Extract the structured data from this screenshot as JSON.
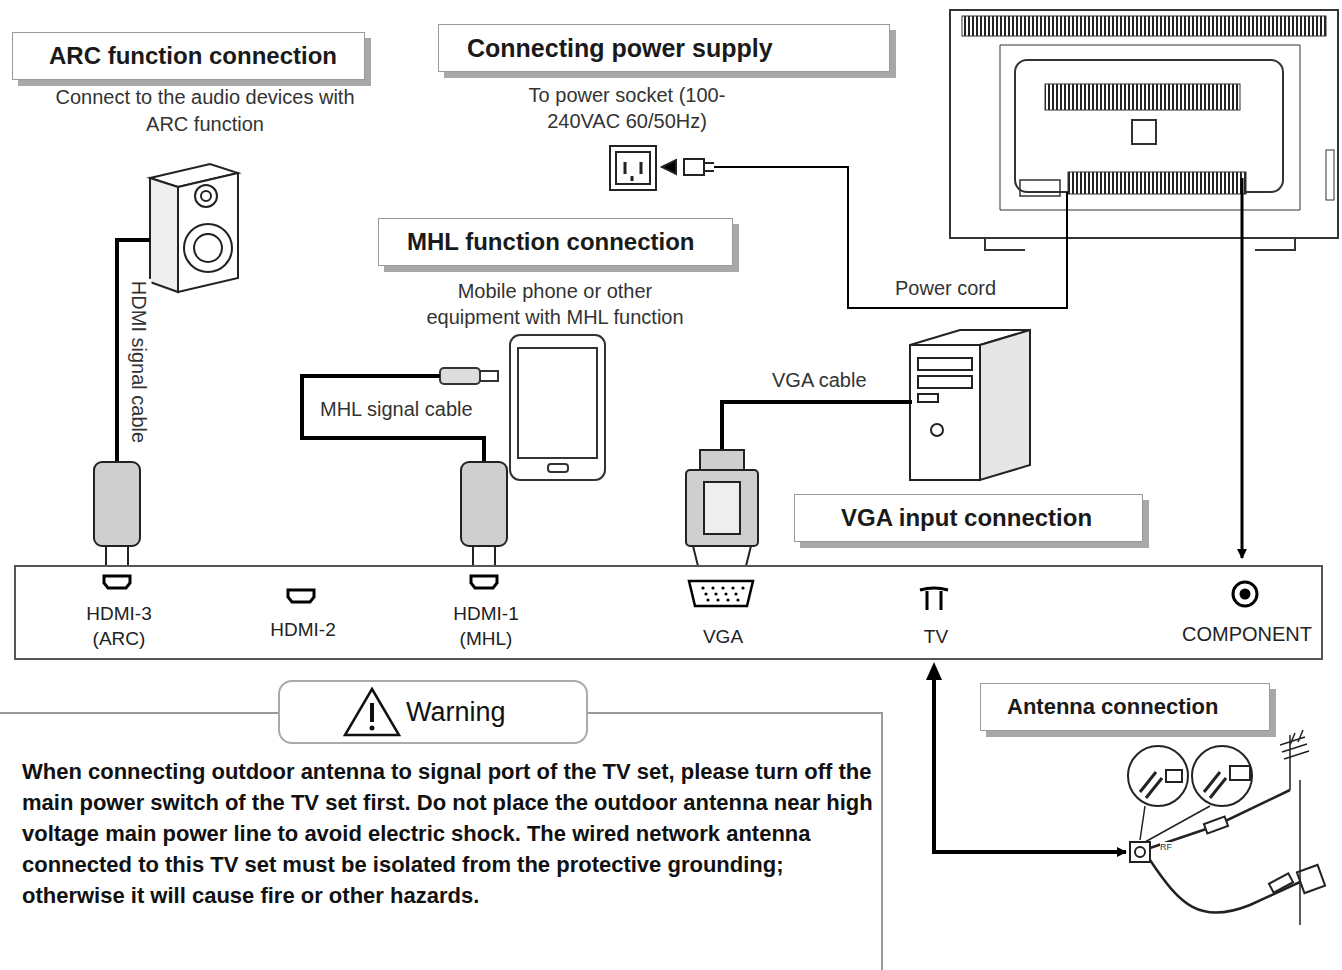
{
  "diagram": {
    "nodes": [
      {
        "text": [
          "ARC function connection"
        ]
      },
      {
        "text": [
          "Connecting power supply"
        ]
      },
      {
        "text": [
          "MHL function connection"
        ]
      },
      {
        "text": [
          "VGA input connection"
        ]
      },
      {
        "text": [
          "HDMI-3 (ARC)",
          "HDMI-2",
          "HDMI-1 (MHL)",
          "VGA",
          "TV",
          "COMPONENT"
        ]
      },
      {
        "text": [
          "Warning",
          "When connecting outdoor antenna to signal port of the TV set, please turn off the main power switch of the TV set first. Do not place the outdoor antenna near high voltage main power line to avoid electric shock. The wired network antenna connected to this TV set must be isolated from the protective grounding; otherwise it will cause fire or other hazards."
        ]
      },
      {
        "text": [
          "Antenna connection"
        ]
      }
    ],
    "labels": [
      "Connect to the audio devices with ARC function",
      "To power socket (100-240VAC 60/50Hz)",
      "Mobile phone or other equipment with MHL function",
      "HDMI signal cable",
      "MHL signal cable",
      "VGA cable",
      "Power cord",
      "RF"
    ]
  }
}
